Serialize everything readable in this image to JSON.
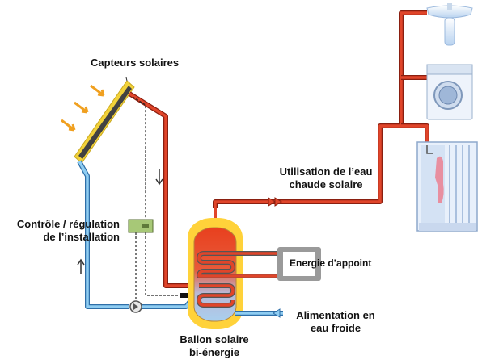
{
  "labels": {
    "collectors": "Capteurs solaires",
    "control_line1": "Contrôle / régulation",
    "control_line2": "de l’installation",
    "hot_water_line1": "Utilisation de l’eau",
    "hot_water_line2": "chaude solaire",
    "backup": "Energie d’appoint",
    "cold_water_line1": "Alimentation en",
    "cold_water_line2": "eau froide",
    "tank_line1": "Ballon solaire",
    "tank_line2": "bi-énergie"
  },
  "colors": {
    "hot_pipe": "#e0452a",
    "cold_pipe": "#7fc4ec",
    "collector_frame": "#f2d23a",
    "sun_arrow": "#f0a020",
    "tank_halo": "#ffd23a",
    "tank_hot": "#e8401e",
    "tank_cold": "#a9cfee",
    "controller": "#a7c877",
    "backup_box": "#9a9a9a"
  }
}
